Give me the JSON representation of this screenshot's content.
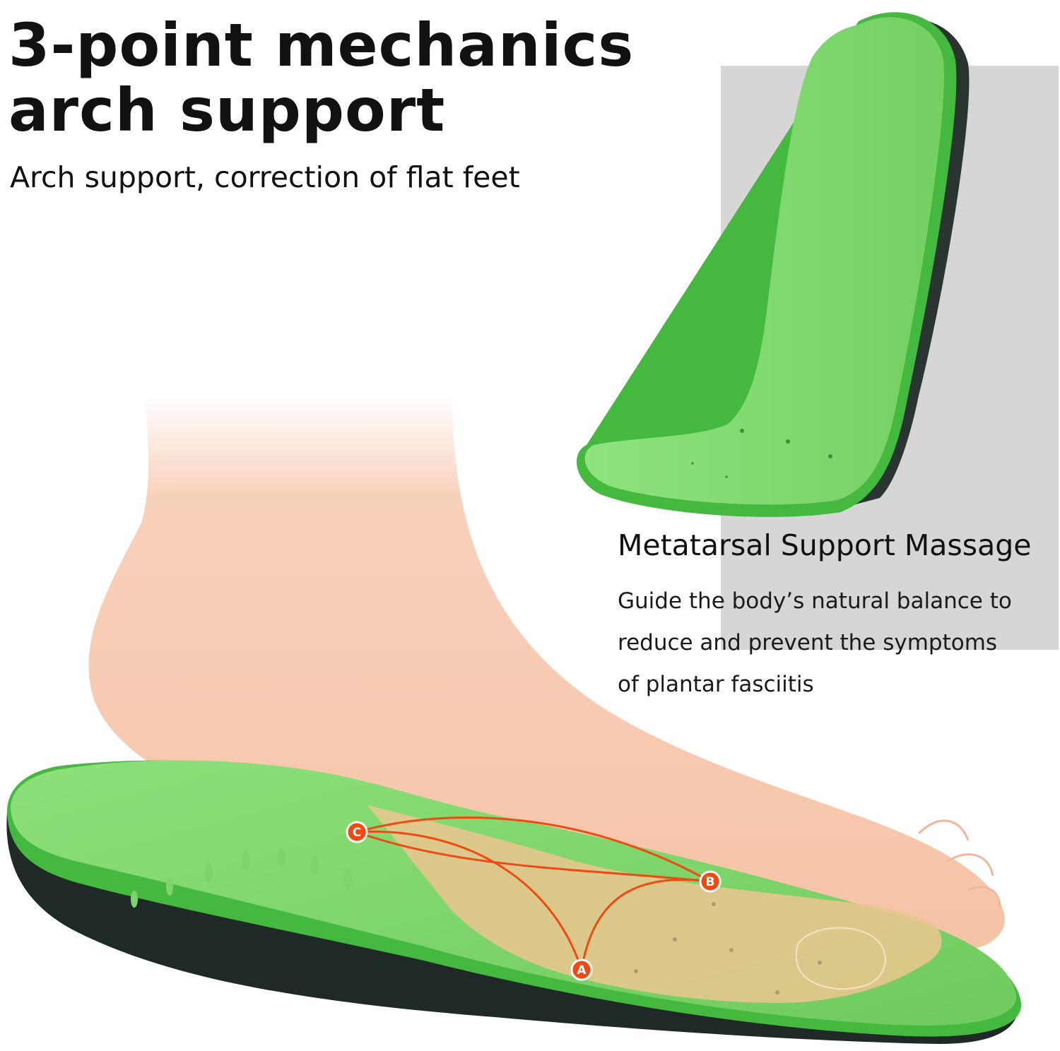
{
  "headline": {
    "line1": "3-point mechanics",
    "line2": "arch support"
  },
  "subheadline": "Arch support, correction of flat feet",
  "feature": {
    "title": "Metatarsal Support Massage",
    "body_lines": [
      "Guide the body’s natural balance to",
      "reduce and prevent the symptoms",
      "of plantar fasciitis"
    ]
  },
  "diagram": {
    "support_points": [
      {
        "label": "A"
      },
      {
        "label": "B"
      },
      {
        "label": "C"
      }
    ]
  },
  "colors": {
    "insole_green": "#7ed46a",
    "insole_green_dark": "#3fae3a",
    "insole_base": "#1f2a27",
    "skin": "#f7c9b0",
    "marker_orange": "#ef4a12",
    "panel_gray": "#d6d6d6"
  }
}
